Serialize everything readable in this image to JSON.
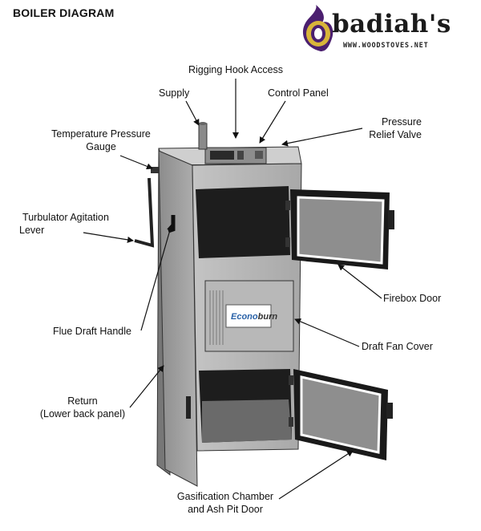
{
  "title": "BOILER DIAGRAM",
  "logo": {
    "word": "badiah's",
    "initial": "O",
    "url": "WWW.WOODSTOVES.NET"
  },
  "labels": {
    "rigging_hook": "Rigging Hook Access",
    "supply": "Supply",
    "control_panel": "Control Panel",
    "pressure_relief_1": "Pressure",
    "pressure_relief_2": "Relief Valve",
    "temp_gauge_1": "Temperature Pressure",
    "temp_gauge_2": "Gauge",
    "turbulator_1": "Turbulator Agitation",
    "turbulator_2": "Lever",
    "firebox_door": "Firebox Door",
    "flue_draft": "Flue Draft Handle",
    "draft_fan": "Draft Fan Cover",
    "return_1": "Return",
    "return_2": "(Lower back panel)",
    "gasification_1": "Gasification Chamber",
    "gasification_2": "and Ash Pit Door"
  },
  "brand_plate": {
    "part1": "Econo",
    "part2": "burn"
  },
  "colors": {
    "logo_purple": "#4b1f6f",
    "logo_gold": "#d8b53a",
    "body_gray": "#9a9a9a",
    "panel_gray": "#b9b9b9",
    "dark": "#1d1d1d",
    "brand_blue": "#2a62a8"
  }
}
